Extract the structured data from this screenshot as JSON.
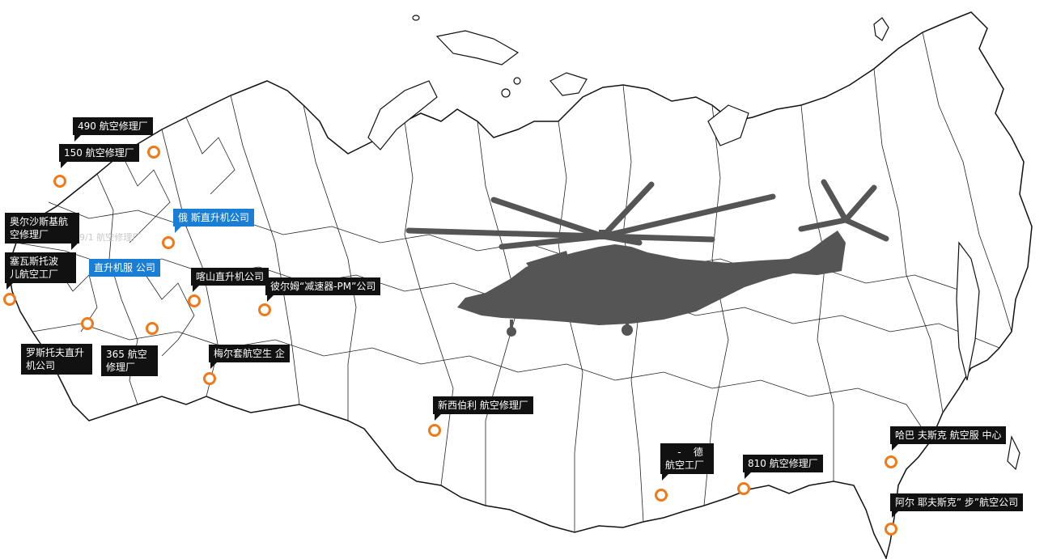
{
  "map": {
    "ghost_label": "9/1 航空修理厂",
    "locations": [
      {
        "id": "490",
        "name": "490 航空修理厂",
        "style": "black"
      },
      {
        "id": "150",
        "name": "150  航空修理厂",
        "style": "black"
      },
      {
        "id": "olsha",
        "name": "奥尔沙斯基航\n空修理厂",
        "style": "black"
      },
      {
        "id": "sevas",
        "name": "塞瓦斯托波\n儿航空工厂",
        "style": "black"
      },
      {
        "id": "russian-heli",
        "name": "俄    斯直升机公司",
        "style": "blue"
      },
      {
        "id": "heli-service",
        "name": "直升机服    公司",
        "style": "blue"
      },
      {
        "id": "kazan",
        "name": "喀山直升机公司",
        "style": "black"
      },
      {
        "id": "perm",
        "name": "彼尔姆“减速器-PM”公司",
        "style": "black"
      },
      {
        "id": "rostov",
        "name": "罗斯托夫直升\n机公司",
        "style": "black"
      },
      {
        "id": "365",
        "name": "365 航空\n修理厂",
        "style": "black"
      },
      {
        "id": "meller",
        "name": "梅尔套航空生    企",
        "style": "black"
      },
      {
        "id": "novosib",
        "name": "新西伯利    航空修理厂",
        "style": "black"
      },
      {
        "id": "ulan-ude",
        "name": "    -    德\n航空工厂",
        "style": "black"
      },
      {
        "id": "810",
        "name": "810 航空修理厂",
        "style": "black"
      },
      {
        "id": "khabarovsk",
        "name": "哈巴    夫斯克        航空服    中心",
        "style": "black"
      },
      {
        "id": "arsenyev",
        "name": "阿尔    耶夫斯克”    步”航空公司",
        "style": "black"
      }
    ]
  },
  "colors": {
    "pin": "#f07a1a",
    "label_bg": "#111111",
    "label_blue": "#1a7fd4",
    "helicopter": "#555555"
  }
}
